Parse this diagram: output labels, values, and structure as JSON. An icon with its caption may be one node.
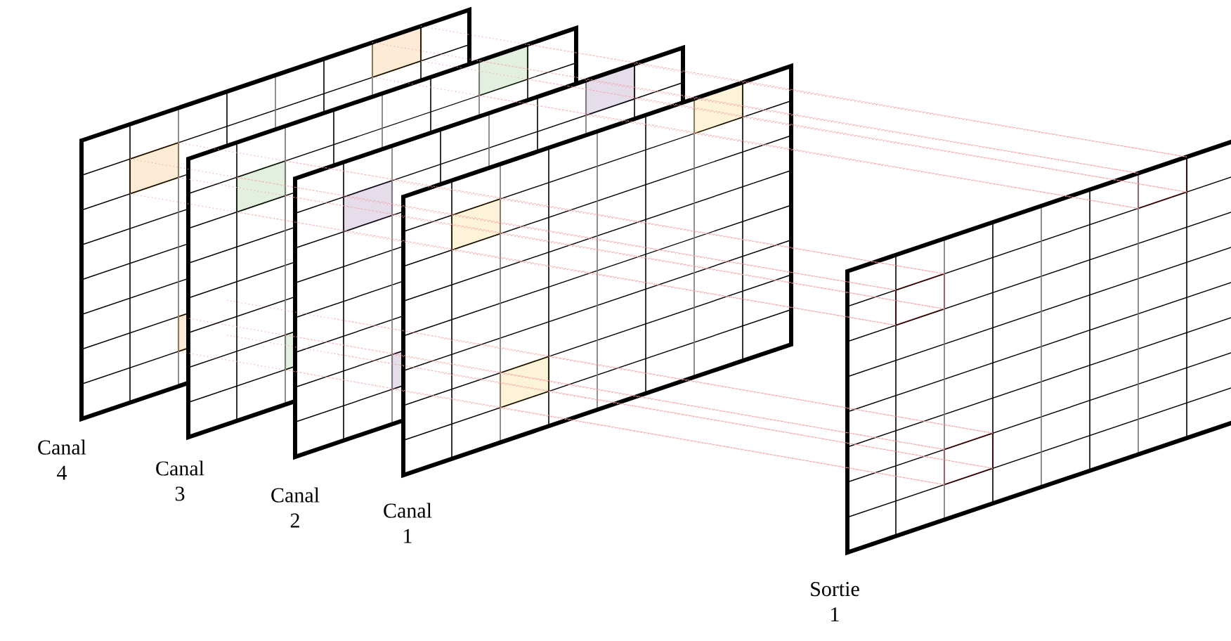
{
  "diagram": {
    "nodes": [
      {
        "text": [
          "Canal 4"
        ]
      },
      {
        "text": [
          "Canal 3"
        ]
      },
      {
        "text": [
          "Canal 2"
        ]
      },
      {
        "text": [
          "Canal 1"
        ]
      },
      {
        "text": [
          "Sortie 1"
        ]
      }
    ]
  }
}
